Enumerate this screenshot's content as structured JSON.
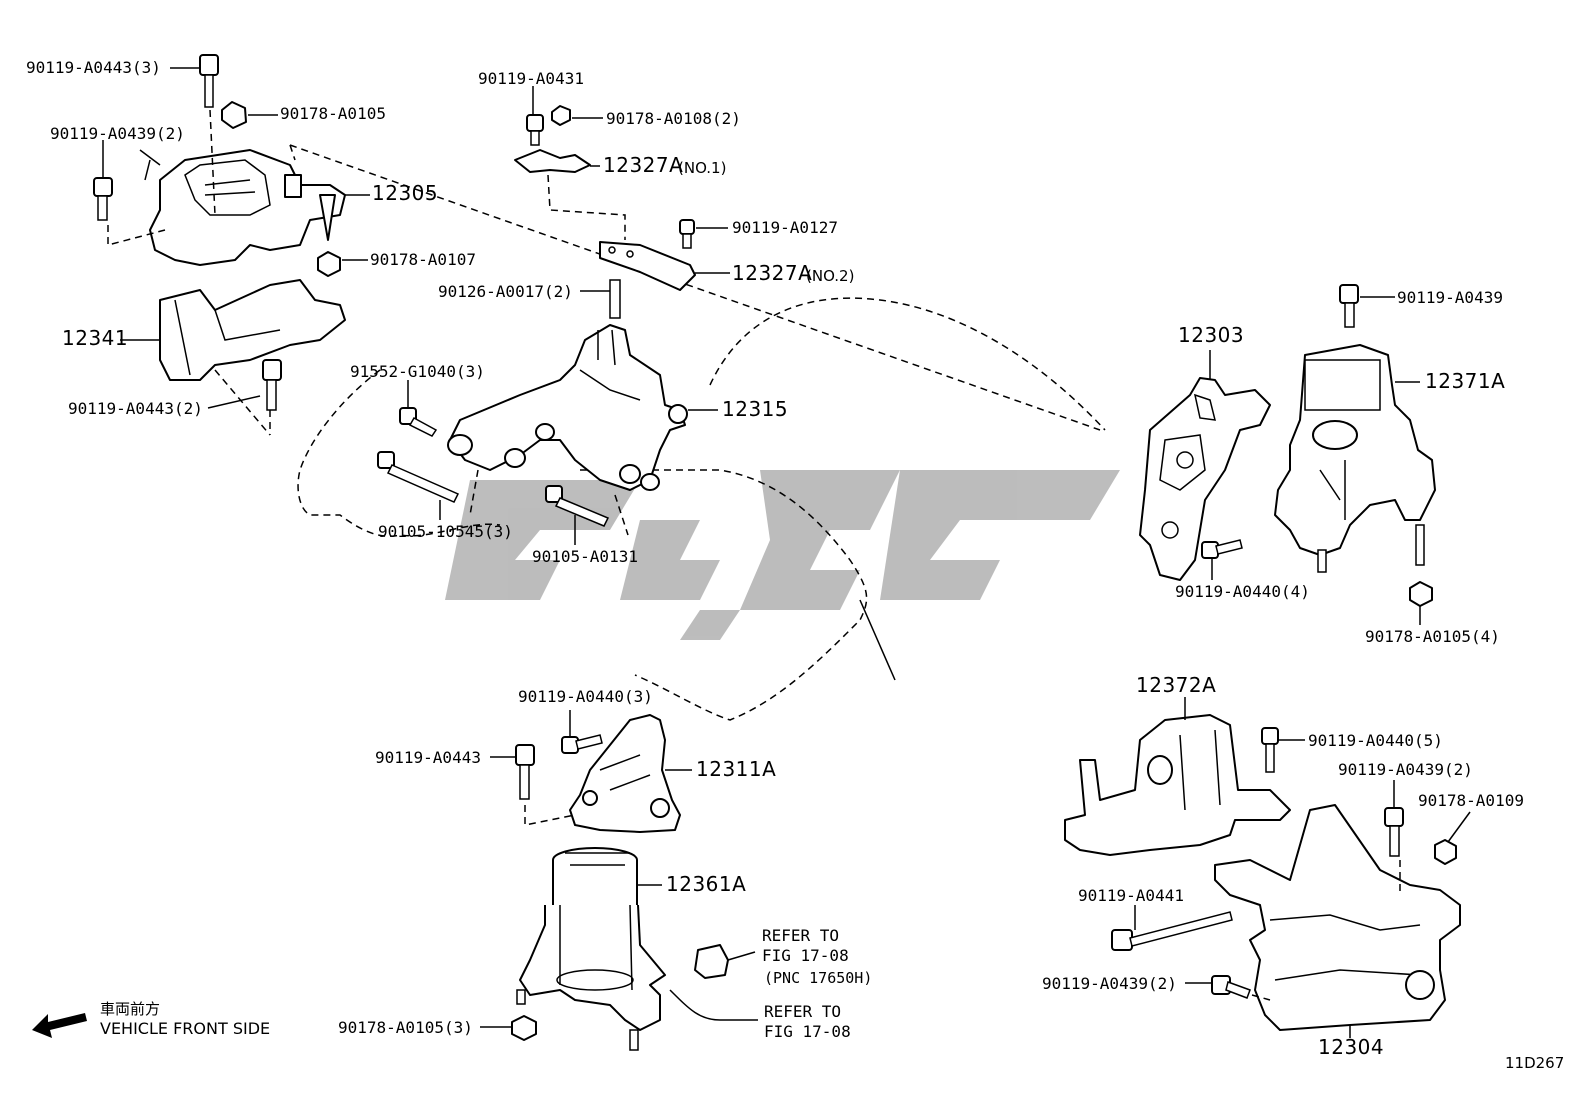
{
  "parts": {
    "p90119_A0443_3": "90119-A0443(3)",
    "p90178_A0105": "90178-A0105",
    "p90119_A0439_2a": "90119-A0439(2)",
    "p12305": "12305",
    "p90178_A0107": "90178-A0107",
    "p12341": "12341",
    "p90119_A0443_2": "90119-A0443(2)",
    "p90119_A0431": "90119-A0431",
    "p90178_A0108_2": "90178-A0108(2)",
    "p12327A_no1": "12327A",
    "no1": "(NO.1)",
    "p90119_A0127": "90119-A0127",
    "p12327A_no2": "12327A",
    "no2": "(NO.2)",
    "p90126_A0017_2": "90126-A0017(2)",
    "p91552_G1040_3": "91552-G1040(3)",
    "p12315": "12315",
    "p90105_10545_3": "90105-10545(3)",
    "p90105_A0131": "90105-A0131",
    "p90119_A0439": "90119-A0439",
    "p12303": "12303",
    "p12371A": "12371A",
    "p90119_A0440_4": "90119-A0440(4)",
    "p90178_A0105_4": "90178-A0105(4)",
    "p90119_A0440_3": "90119-A0440(3)",
    "p90119_A0443": "90119-A0443",
    "p12311A": "12311A",
    "p12361A": "12361A",
    "p90178_A0105_3": "90178-A0105(3)",
    "p12372A": "12372A",
    "p90119_A0440_5": "90119-A0440(5)",
    "p90119_A0439_2b": "90119-A0439(2)",
    "p90178_A0109": "90178-A0109",
    "p90119_A0441": "90119-A0441",
    "p90119_A0439_2c": "90119-A0439(2)",
    "p12304": "12304"
  },
  "refer1": {
    "line1": "REFER TO",
    "line2": "FIG 17-08",
    "line3": "(PNC 17650H)"
  },
  "refer2": {
    "line1": "REFER TO",
    "line2": "FIG 17-08"
  },
  "front": {
    "jp": "車両前方",
    "en": "VEHICLE FRONT SIDE",
    "icon": "arrow-left-icon"
  },
  "figure_id": "11D267",
  "watermark": "logo-watermark"
}
